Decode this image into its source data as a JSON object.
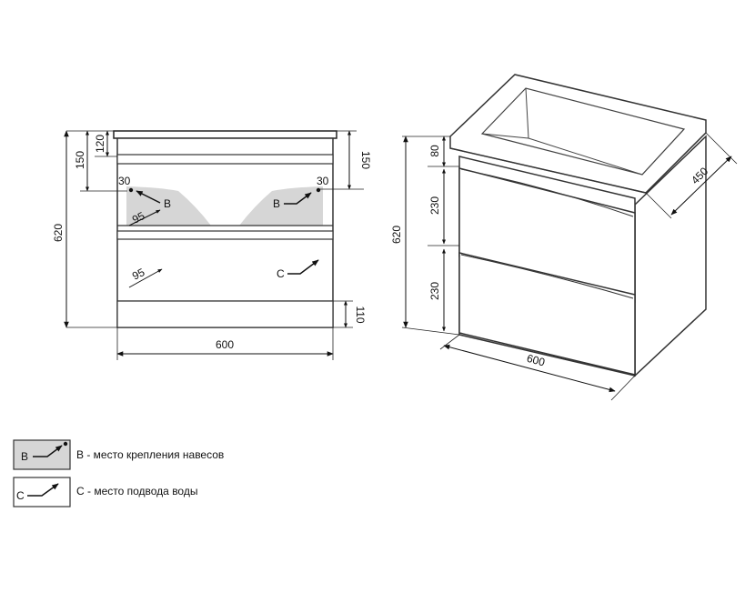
{
  "front_view": {
    "dim_total_height": "620",
    "dim_top_120": "120",
    "dim_left_150": "150",
    "dim_right_150": "150",
    "dim_left_30": "30",
    "dim_right_30": "30",
    "dim_95_upper": "95",
    "dim_95_lower": "95",
    "dim_plinth": "110",
    "dim_width": "600",
    "mark_b_left": "B",
    "mark_b_right": "B",
    "mark_c": "C"
  },
  "iso_view": {
    "dim_top": "80",
    "dim_drawer_1": "230",
    "dim_drawer_2": "230",
    "dim_total_height": "620",
    "dim_depth": "450",
    "dim_width": "600"
  },
  "legend": [
    {
      "symbol": "B",
      "text": "B - место крепления навесов"
    },
    {
      "symbol": "C",
      "text": "C - место подвода воды"
    }
  ]
}
